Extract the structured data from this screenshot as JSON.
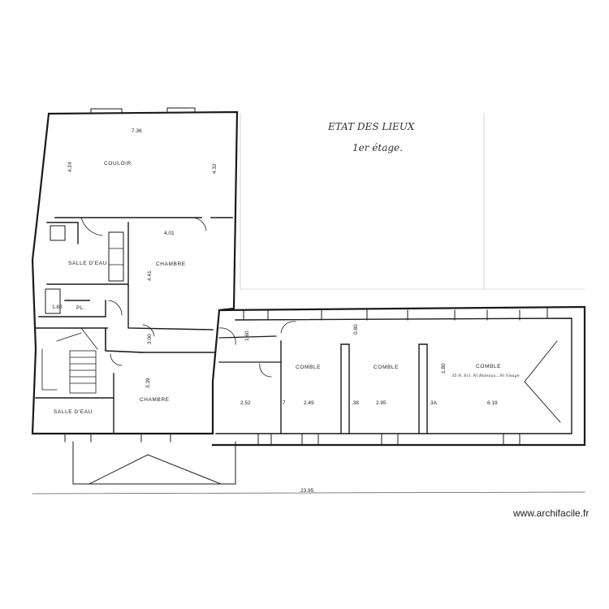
{
  "header": {
    "title": "ETAT DES LIEUX",
    "subtitle": "1er étage."
  },
  "rooms": {
    "corridor": "COULOIR",
    "bathroom_top": "SALLE D'EAU",
    "bedroom_top": "CHAMBRE",
    "closet": "PL.",
    "bedroom_bottom": "CHAMBRE",
    "bathroom_bottom": "SALLE D'EAU",
    "attic_1": "COMBLE",
    "attic_2": "COMBLE",
    "attic_3": "COMBLE",
    "attic_note": "35 N. Ecl. Ni Rideaux.. Ni Visage"
  },
  "dimensions": {
    "corridor_width": "7.36",
    "corridor_left": "4.24",
    "corridor_right": "4.32",
    "bedroom_width": "4.01",
    "bedroom_height": "4.41",
    "small_left": "1.80",
    "door_a": "1.60",
    "door_b": "3.00",
    "bedroom_bottom_h": "3.39",
    "attic_height": "0.80",
    "attic_height_2": "1.80",
    "seg_1": "2.52",
    "seg_2": "7",
    "seg_3": "2.49",
    "seg_4": ".38",
    "seg_5": "2.95",
    "seg_6": "3A",
    "seg_7": "6.19",
    "total_length": "23.95"
  },
  "footer": {
    "site": "www.archifacile.fr"
  }
}
